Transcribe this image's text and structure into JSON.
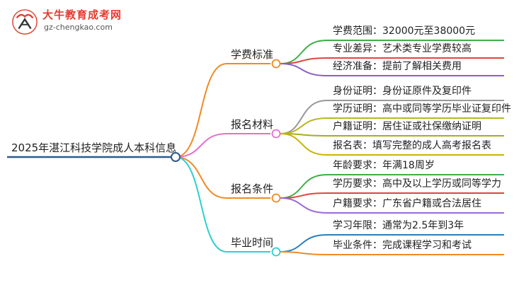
{
  "logo": {
    "name": "大牛教育成考网",
    "url": "gz-chengkao.com"
  },
  "root": "2025年湛江科技学院成人本科信息",
  "branches": [
    {
      "label": "学费标准",
      "color": "#f08a24",
      "leaves": [
        {
          "text": "学费范围：32000元至38000元",
          "color": "#3fae49"
        },
        {
          "text": "专业差异：艺术类专业学费较高",
          "color": "#e0463c"
        },
        {
          "text": "经济准备：提前了解相关费用",
          "color": "#8b5fc7"
        }
      ]
    },
    {
      "label": "报名材料",
      "color": "#e56fd1",
      "leaves": [
        {
          "text": "身份证明：身份证原件及复印件",
          "color": "#999999"
        },
        {
          "text": "学历证明：高中或同等学历毕业证复印件",
          "color": "#b7b81f"
        },
        {
          "text": "户籍证明：居住证或社保缴纳证明",
          "color": "#a8ad1e"
        },
        {
          "text": "报名表：填写完整的成人高考报名表",
          "color": "#c9b500"
        }
      ]
    },
    {
      "label": "报名条件",
      "color": "#f08a24",
      "leaves": [
        {
          "text": "年龄要求：年满18周岁",
          "color": "#3fae49"
        },
        {
          "text": "学历要求：高中及以上学历或同等学力",
          "color": "#d9473f"
        },
        {
          "text": "户籍要求：广东省户籍或合法居住",
          "color": "#9a6ad6"
        }
      ]
    },
    {
      "label": "毕业时间",
      "color": "#2fcfcf",
      "leaves": [
        {
          "text": "学习年限：通常为2.5年到3年",
          "color": "#2a7fbf"
        },
        {
          "text": "毕业条件：完成课程学习和考试",
          "color": "#f08a24"
        }
      ]
    }
  ],
  "colors": {
    "root_line": "#2a5b8c"
  }
}
